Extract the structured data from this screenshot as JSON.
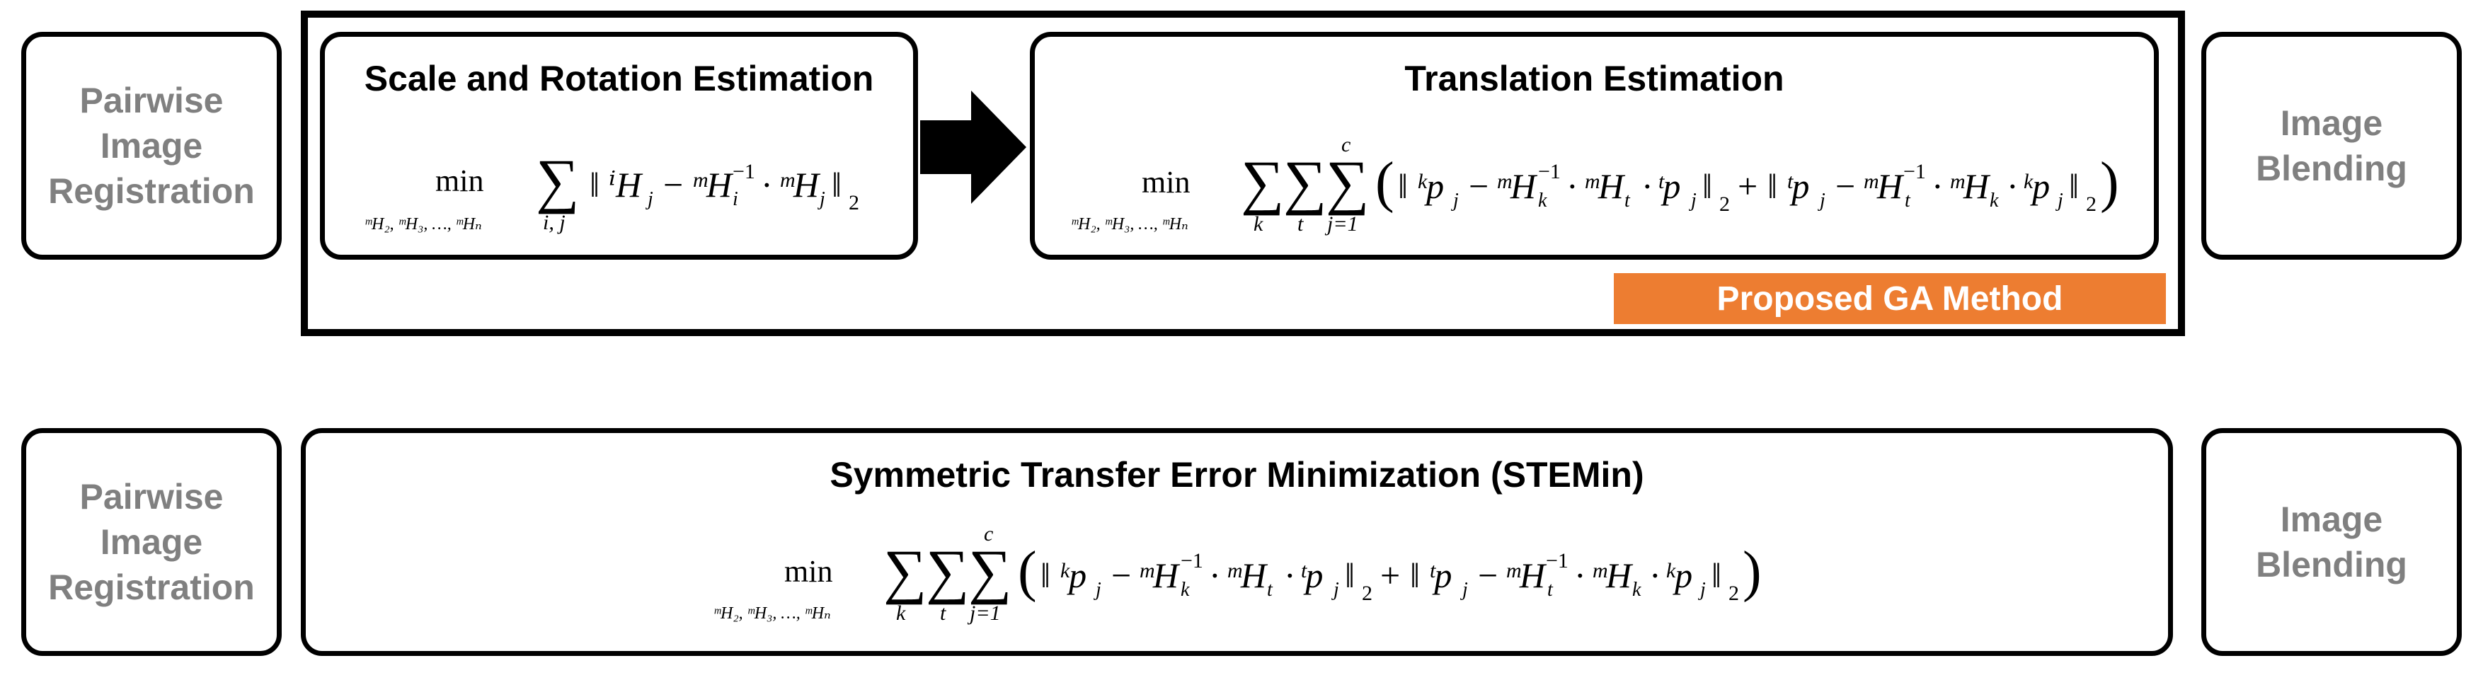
{
  "top_row": {
    "left_box": {
      "line1": "Pairwise",
      "line2": "Image",
      "line3": "Registration"
    },
    "scale_rotation": {
      "title": "Scale and Rotation Estimation",
      "formula": "min over ᵐH₂, ᵐH₃, …, ᵐHₙ of Σᵢ,ⱼ ‖ ⁱHⱼ − ᵐHᵢ⁻¹ · ᵐHⱼ ‖₂"
    },
    "translation": {
      "title": "Translation Estimation",
      "formula": "min over ᵐH₂, ᵐH₃, …, ᵐHₙ of Σₖ Σₜ Σⱼ₌₁ᶜ ( ‖ ᵏpⱼ − ᵐHₖ⁻¹ · ᵐHₜ · ᵗpⱼ ‖₂ + ‖ ᵗpⱼ − ᵐHₜ⁻¹ · ᵐHₖ · ᵏpⱼ ‖₂ )"
    },
    "badge": "Proposed GA Method",
    "right_box": {
      "line1": "Image",
      "line2": "Blending"
    }
  },
  "bottom_row": {
    "left_box": {
      "line1": "Pairwise",
      "line2": "Image",
      "line3": "Registration"
    },
    "stemin": {
      "title": "Symmetric Transfer Error Minimization (STEMin)",
      "formula": "min over ᵐH₂, ᵐH₃, …, ᵐHₙ of Σₖ Σₜ Σⱼ₌₁ᶜ ( ‖ ᵏpⱼ − ᵐHₖ⁻¹ · ᵐHₜ · ᵗpⱼ ‖₂ + ‖ ᵗpⱼ − ᵐHₜ⁻¹ · ᵐHₖ · ᵏpⱼ ‖₂ )"
    },
    "right_box": {
      "line1": "Image",
      "line2": "Blending"
    }
  },
  "colors": {
    "badge": "#ed7d31",
    "side_text": "#808080",
    "border": "#000000"
  }
}
